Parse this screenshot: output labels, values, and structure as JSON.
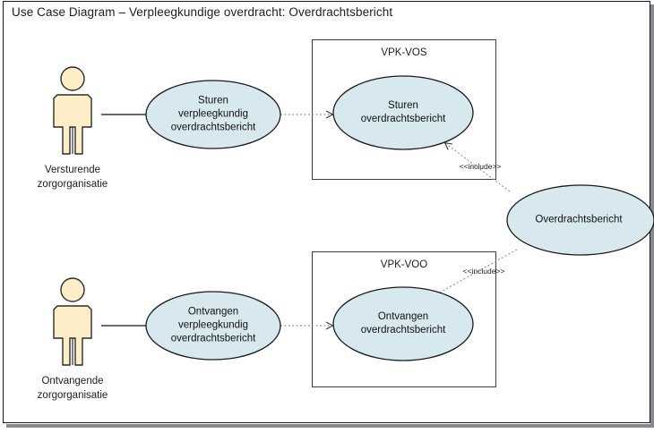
{
  "diagram": {
    "title": "Use Case Diagram – Verpleegkundige overdracht: Overdrachtsbericht",
    "colors": {
      "usecase_fill": "#d8e8ef",
      "usecase_stroke": "#1a1a1a",
      "actor_fill": "#fdeec8",
      "actor_stroke": "#2b2b2b",
      "package_stroke": "#3d3d3d",
      "frame_stroke": "#1a1a1a",
      "shadow": "#868a8f",
      "connector": "#3a3a3a",
      "dependency": "#9a9a9a"
    },
    "actors": [
      {
        "id": "versturende-zorgorganisatie",
        "name": "Versturende zorgorganisatie",
        "label_line1": "Versturende",
        "label_line2": "zorgorganisatie"
      },
      {
        "id": "ontvangende-zorgorganisatie",
        "name": "Ontvangende zorgorganisatie",
        "label_line1": "Ontvangende",
        "label_line2": "zorgorganisatie"
      }
    ],
    "usecases": [
      {
        "id": "sturen-verpleegkundig-overdrachtsbericht",
        "line1": "Sturen",
        "line2": "verpleegkundig",
        "line3": "overdrachtsbericht"
      },
      {
        "id": "sturen-overdrachtsbericht",
        "line1": "Sturen",
        "line2": "overdrachtsbericht"
      },
      {
        "id": "ontvangen-verpleegkundig-overdrachtsbericht",
        "line1": "Ontvangen",
        "line2": "verpleegkundig",
        "line3": "overdrachtsbericht"
      },
      {
        "id": "ontvangen-overdrachtsbericht",
        "line1": "Ontvangen",
        "line2": "overdrachtsbericht"
      },
      {
        "id": "overdrachtsbericht",
        "line1": "Overdrachtsbericht"
      }
    ],
    "packages": [
      {
        "id": "vpk-vos",
        "title": "VPK-VOS"
      },
      {
        "id": "vpk-voo",
        "title": "VPK-VOO"
      }
    ],
    "relations": [
      {
        "id": "include-sturen",
        "stereotype": "<<include>>"
      },
      {
        "id": "include-ontvangen",
        "stereotype": "<<include>>"
      }
    ]
  }
}
